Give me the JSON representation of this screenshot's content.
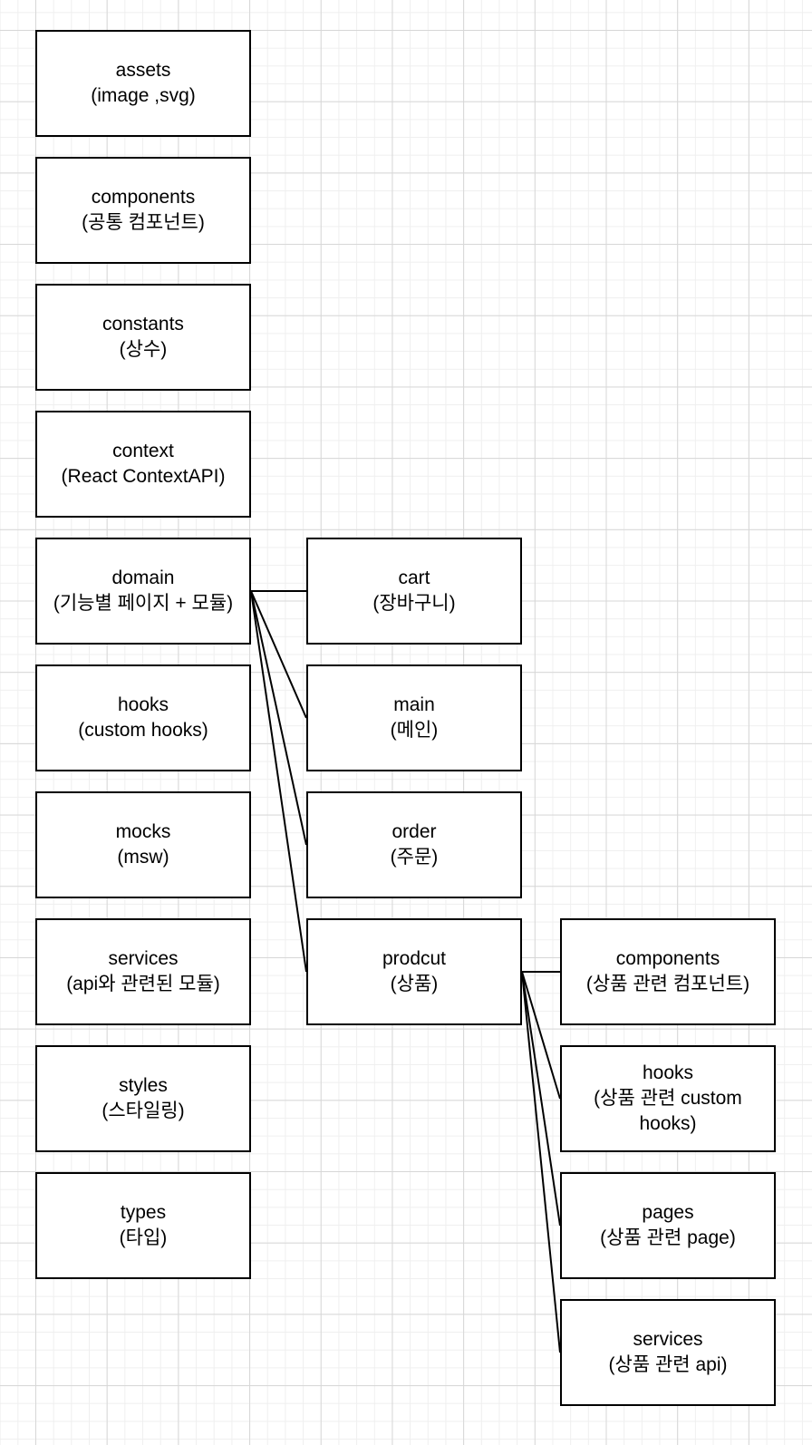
{
  "diagram": {
    "nodes": [
      {
        "id": "assets",
        "title": "assets",
        "desc": "(image ,svg)"
      },
      {
        "id": "components",
        "title": "components",
        "desc": "(공통 컴포넌트)"
      },
      {
        "id": "constants",
        "title": "constants",
        "desc": "(상수)"
      },
      {
        "id": "context",
        "title": "context",
        "desc": "(React ContextAPI)"
      },
      {
        "id": "domain",
        "title": "domain",
        "desc": "(기능별 페이지 + 모듈)"
      },
      {
        "id": "hooks",
        "title": "hooks",
        "desc": "(custom hooks)"
      },
      {
        "id": "mocks",
        "title": "mocks",
        "desc": "(msw)"
      },
      {
        "id": "services",
        "title": "services",
        "desc": "(api와 관련된 모듈)"
      },
      {
        "id": "styles",
        "title": "styles",
        "desc": "(스타일링)"
      },
      {
        "id": "types",
        "title": "types",
        "desc": "(타입)"
      },
      {
        "id": "cart",
        "title": "cart",
        "desc": "(장바구니)"
      },
      {
        "id": "main",
        "title": "main",
        "desc": "(메인)"
      },
      {
        "id": "order",
        "title": "order",
        "desc": "(주문)"
      },
      {
        "id": "prodcut",
        "title": "prodcut",
        "desc": "(상품)"
      },
      {
        "id": "product-components",
        "title": "components",
        "desc": "(상품 관련 컴포넌트)"
      },
      {
        "id": "product-hooks",
        "title": "hooks",
        "desc": "(상품 관련 custom hooks)"
      },
      {
        "id": "product-pages",
        "title": "pages",
        "desc": "(상품 관련 page)"
      },
      {
        "id": "product-services",
        "title": "services",
        "desc": "(상품 관련 api)"
      }
    ],
    "edges": [
      {
        "from": "domain",
        "to": "cart"
      },
      {
        "from": "domain",
        "to": "main"
      },
      {
        "from": "domain",
        "to": "order"
      },
      {
        "from": "domain",
        "to": "prodcut"
      },
      {
        "from": "prodcut",
        "to": "product-components"
      },
      {
        "from": "prodcut",
        "to": "product-hooks"
      },
      {
        "from": "prodcut",
        "to": "product-pages"
      },
      {
        "from": "prodcut",
        "to": "product-services"
      }
    ]
  }
}
